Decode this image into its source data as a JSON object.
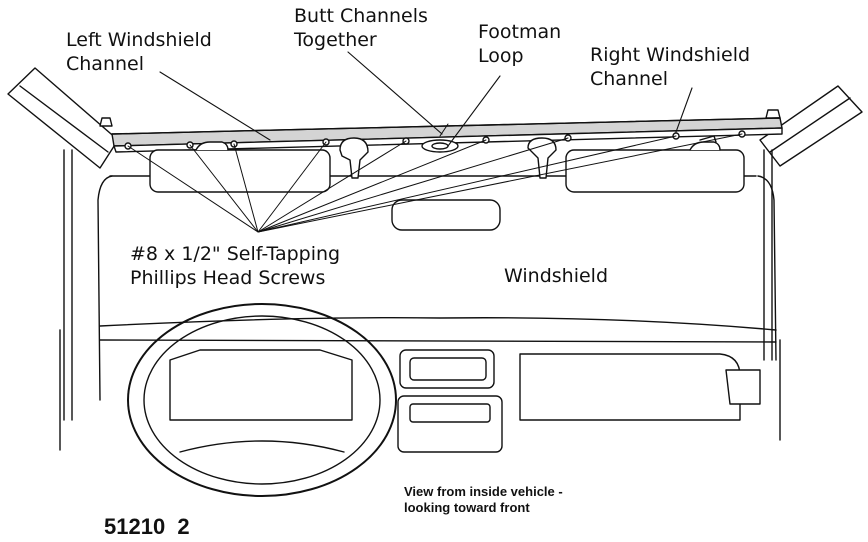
{
  "labels": {
    "left_channel": [
      "Left Windshield",
      "Channel"
    ],
    "butt_channels": [
      "Butt Channels",
      "Together"
    ],
    "footman_loop": [
      "Footman",
      "Loop"
    ],
    "right_channel": [
      "Right Windshield",
      "Channel"
    ],
    "screws": [
      "#8 x 1/2\" Self-Tapping",
      "Phillips Head Screws"
    ],
    "windshield": "Windshield"
  },
  "caption": [
    "View from inside vehicle -",
    "looking toward front"
  ],
  "part_number": "51210  2",
  "colors": {
    "line": "#111111",
    "channel_fill": "#d4d4d4",
    "background": "#ffffff"
  }
}
